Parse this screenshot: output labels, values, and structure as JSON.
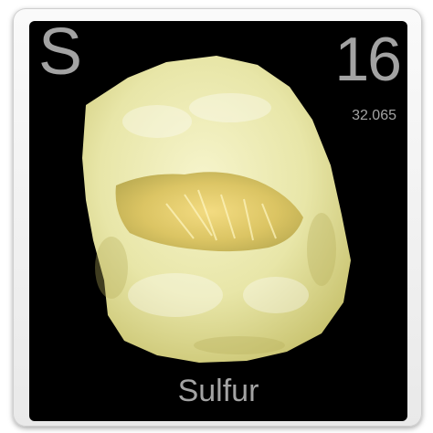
{
  "element": {
    "symbol": "S",
    "atomic_number": "16",
    "atomic_mass": "32.065",
    "name": "Sulfur"
  },
  "colors": {
    "background": "#000000",
    "text": "#a3a3a3",
    "sulfur_light": "#f2f0bf",
    "sulfur_mid": "#e3e29a",
    "sulfur_dark": "#c9c46a"
  },
  "icons": {
    "sample": "sulfur-rock-image"
  }
}
